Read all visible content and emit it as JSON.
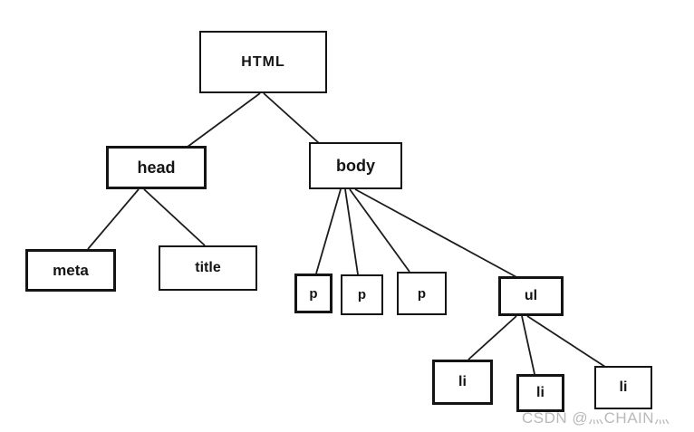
{
  "diagram": {
    "type": "tree",
    "root": "HTML",
    "structure": {
      "HTML": [
        "head",
        "body"
      ],
      "head": [
        "meta",
        "title"
      ],
      "body": [
        "p",
        "p",
        "p",
        "ul"
      ],
      "ul": [
        "li",
        "li",
        "li"
      ]
    }
  },
  "nodes": {
    "html": {
      "label": "HTML"
    },
    "head": {
      "label": "head"
    },
    "body": {
      "label": "body"
    },
    "meta": {
      "label": "meta"
    },
    "title": {
      "label": "title"
    },
    "p1": {
      "label": "p"
    },
    "p2": {
      "label": "p"
    },
    "p3": {
      "label": "p"
    },
    "ul": {
      "label": "ul"
    },
    "li1": {
      "label": "li"
    },
    "li2": {
      "label": "li"
    },
    "li3": {
      "label": "li"
    }
  },
  "watermark": {
    "text": "CSDN @灬CHAIN灬",
    "color": "#b9b9b9"
  },
  "colors": {
    "background": "#ffffff",
    "box_border": "#141414",
    "edge_line": "#1c1c1c"
  }
}
